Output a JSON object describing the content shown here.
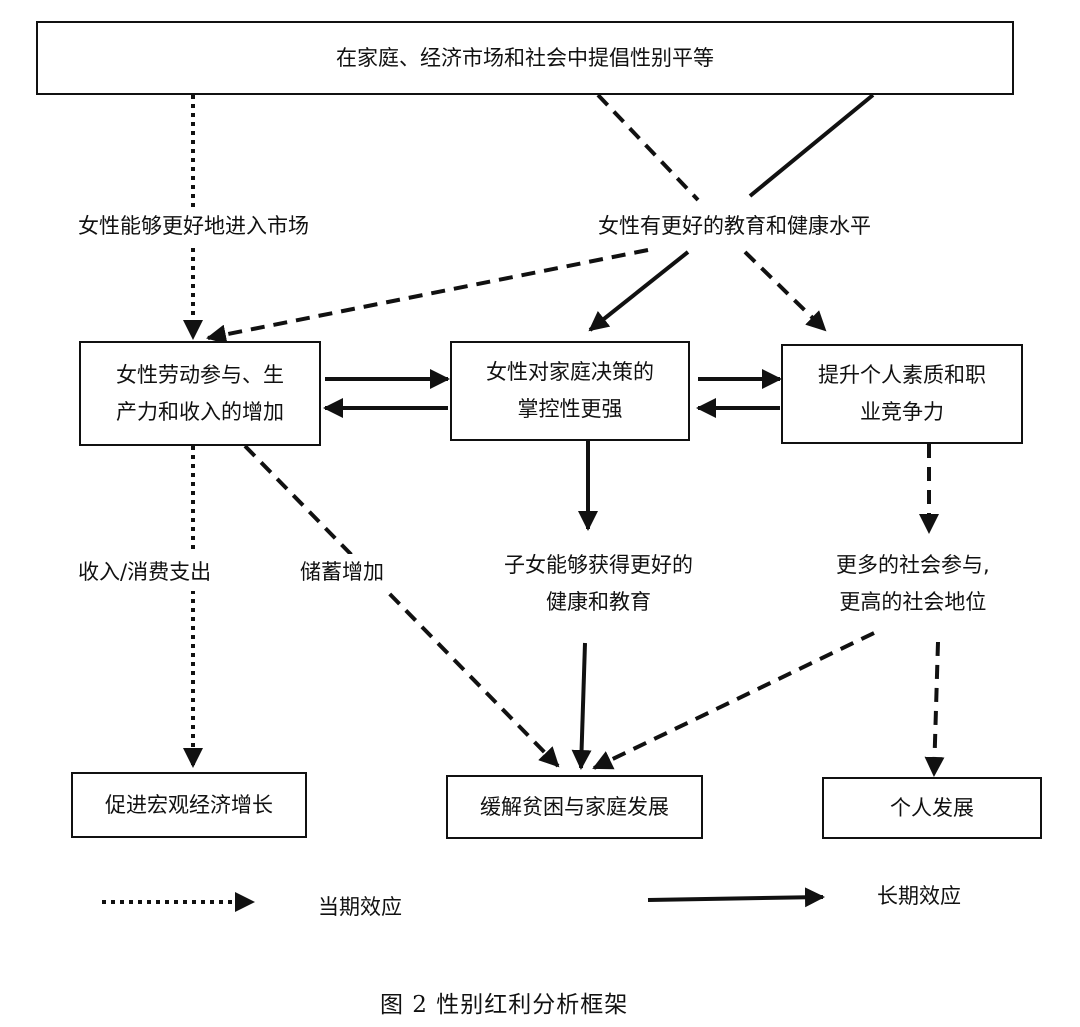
{
  "boxes": {
    "top": "在家庭、经济市场和社会中提倡性别平等",
    "labor": "女性劳动参与、生\n产力和收入的增加",
    "decision": "女性对家庭决策的\n掌控性更强",
    "quality": "提升个人素质和职\n业竞争力",
    "macro": "促进宏观经济增长",
    "poverty": "缓解贫困与家庭发展",
    "personal": "个人发展"
  },
  "labels": {
    "market": "女性能够更好地进入市场",
    "education": "女性有更好的教育和健康水平",
    "income": "收入/消费支出",
    "savings": "储蓄增加",
    "children": "子女能够获得更好的\n健康和教育",
    "social": "更多的社会参与,\n更高的社会地位"
  },
  "legend": {
    "short_term": "当期效应",
    "long_term": "长期效应"
  },
  "caption": "图 2  性别红利分析框架"
}
